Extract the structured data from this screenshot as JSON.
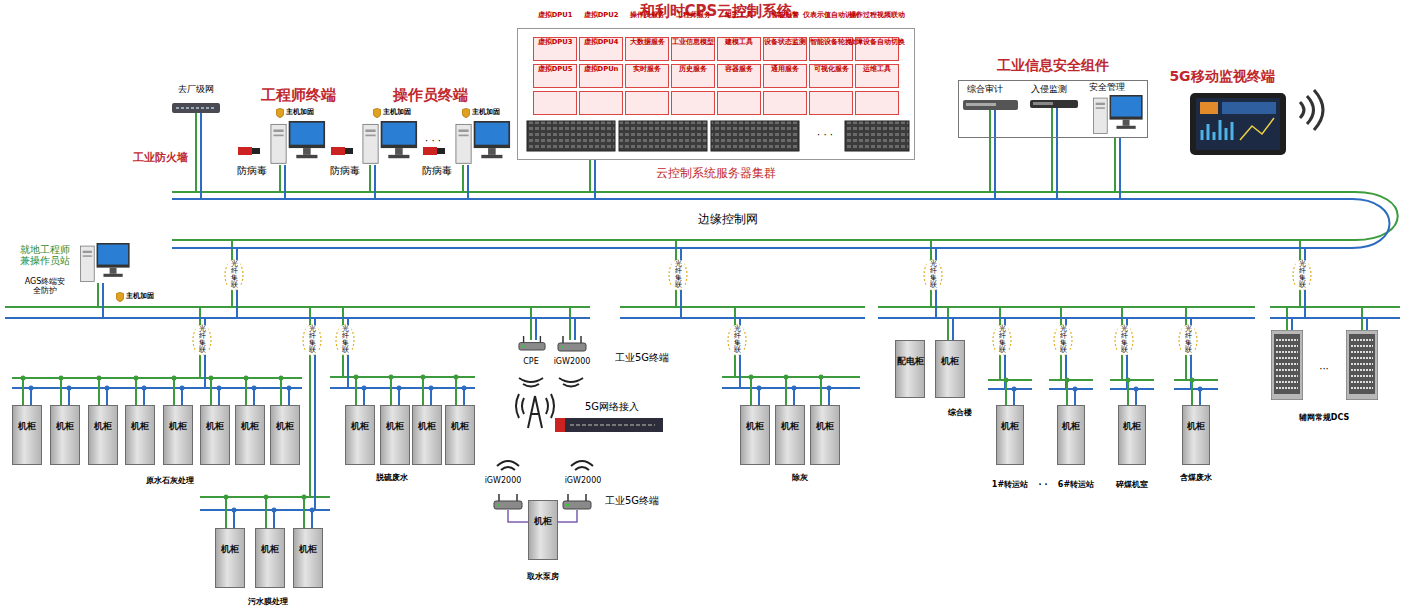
{
  "diagram": {
    "nodes": [
      {
        "text": [
          "和利时CPS云控制系统",
          "云控制系统服务器集群"
        ]
      },
      {
        "text": [
          "虚拟DPU1"
        ],
        "in": 0
      },
      {
        "text": [
          "虚拟DPU2"
        ],
        "in": 0
      },
      {
        "text": [
          "操作员服务"
        ],
        "in": 0
      },
      {
        "text": [
          "工程师服务"
        ],
        "in": 0
      },
      {
        "text": [
          "组态工具"
        ],
        "in": 0
      },
      {
        "text": [
          "智能报警"
        ],
        "in": 0
      },
      {
        "text": [
          "仪表示值自动识别"
        ],
        "in": 0
      },
      {
        "text": [
          "操作过程视频联动"
        ],
        "in": 0
      },
      {
        "text": [
          "虚拟DPU3"
        ],
        "in": 0
      },
      {
        "text": [
          "虚拟DPU4"
        ],
        "in": 0
      },
      {
        "text": [
          "大数据服务"
        ],
        "in": 0
      },
      {
        "text": [
          "工业信息模型"
        ],
        "in": 0
      },
      {
        "text": [
          "建模工具"
        ],
        "in": 0
      },
      {
        "text": [
          "设备状态监测"
        ],
        "in": 0
      },
      {
        "text": [
          "智能设备轮换"
        ],
        "in": 0
      },
      {
        "text": [
          "故障设备自动切换"
        ],
        "in": 0
      },
      {
        "text": [
          "虚拟DPU5"
        ],
        "in": 0
      },
      {
        "text": [
          "虚拟DPUn"
        ],
        "in": 0
      },
      {
        "text": [
          "实时服务"
        ],
        "in": 0
      },
      {
        "text": [
          "历史服务"
        ],
        "in": 0
      },
      {
        "text": [
          "容器服务"
        ],
        "in": 0
      },
      {
        "text": [
          "通用服务"
        ],
        "in": 0
      },
      {
        "text": [
          "可视化服务"
        ],
        "in": 0
      },
      {
        "text": [
          "运维工具"
        ],
        "in": 0
      },
      {
        "text": [
          "工业信息安全组件",
          "综合审计",
          "入侵监测",
          "安全管理"
        ]
      },
      {
        "text": [
          "配电柜"
        ]
      },
      {
        "text": [
          "机柜"
        ]
      },
      {
        "text": [
          "机柜"
        ]
      },
      {
        "text": [
          "机柜"
        ]
      },
      {
        "text": [
          "机柜"
        ]
      },
      {
        "text": [
          "机柜"
        ]
      },
      {
        "text": [
          "机柜"
        ]
      },
      {
        "text": [
          "机柜"
        ]
      },
      {
        "text": [
          "机柜"
        ]
      },
      {
        "text": [
          "机柜"
        ]
      },
      {
        "text": [
          "机柜"
        ]
      },
      {
        "text": [
          "机柜"
        ]
      },
      {
        "text": [
          "机柜"
        ]
      },
      {
        "text": [
          "机柜"
        ]
      },
      {
        "text": [
          "机柜"
        ]
      },
      {
        "text": [
          "机柜"
        ]
      },
      {
        "text": [
          "机柜"
        ]
      },
      {
        "text": [
          "机柜"
        ]
      },
      {
        "text": [
          "机柜"
        ]
      },
      {
        "text": [
          "机柜"
        ]
      },
      {
        "text": [
          "机柜"
        ]
      },
      {
        "text": [
          "机柜"
        ]
      },
      {
        "text": [
          "机柜"
        ]
      },
      {
        "text": [
          "机柜"
        ]
      },
      {
        "text": [
          "机柜"
        ]
      }
    ],
    "labels": [
      "去厂级网",
      "工业防火墙",
      "工程师终端",
      "主机加固",
      "防病毒",
      "操作员终端",
      "主机加固",
      "防病毒",
      "· · ·",
      "主机加固",
      "防病毒",
      "· · ·",
      "5G移动监视终端",
      "边缘控制网",
      "就地工程师兼操作员站",
      "AGS终端安全防护",
      "主机加固",
      "光纤集联",
      "光纤集联",
      "光纤集联",
      "光纤集联",
      "光纤集联",
      "光纤集联",
      "光纤集联",
      "光纤集联",
      "光纤集联",
      "光纤集联",
      "光纤集联",
      "光纤集联",
      "CPE",
      "iGW2000",
      "工业5G终端",
      "5G网络接入",
      "iGW2000",
      "iGW2000",
      "工业5G终端",
      "原水石灰处理",
      "脱硫废水",
      "污水膜处理",
      "取水泵房",
      "除灰",
      "综合楼",
      "1#转运站",
      "· ·",
      "6#转运站",
      "碎煤机室",
      "含煤废水",
      "···",
      "辅网常规DCS"
    ]
  }
}
